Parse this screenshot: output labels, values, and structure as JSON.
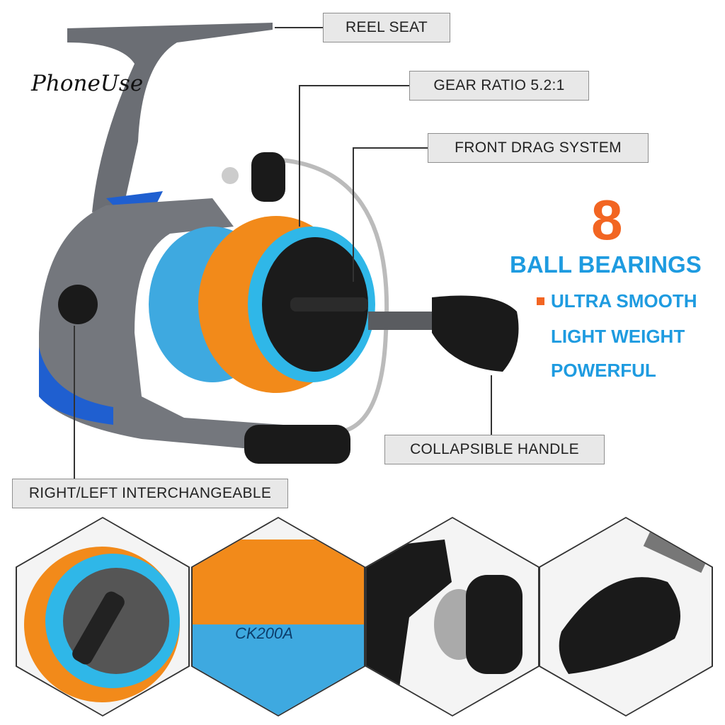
{
  "watermark": "PhoneUse",
  "labels": {
    "reel_seat": "REEL SEAT",
    "gear_ratio": "GEAR RATIO 5.2:1",
    "front_drag": "FRONT DRAG SYSTEM",
    "collapsible_handle": "COLLAPSIBLE HANDLE",
    "interchangeable": "RIGHT/LEFT INTERCHANGEABLE"
  },
  "features": {
    "bearing_count": "8",
    "bearings": "BALL BEARINGS",
    "items": [
      "ULTRA SMOOTH",
      "LIGHT WEIGHT",
      "POWERFUL"
    ]
  },
  "product": {
    "model": "CK200A"
  },
  "colors": {
    "accent_orange": "#f26522",
    "accent_blue": "#1e9be0",
    "label_bg": "#e8e8e8"
  }
}
